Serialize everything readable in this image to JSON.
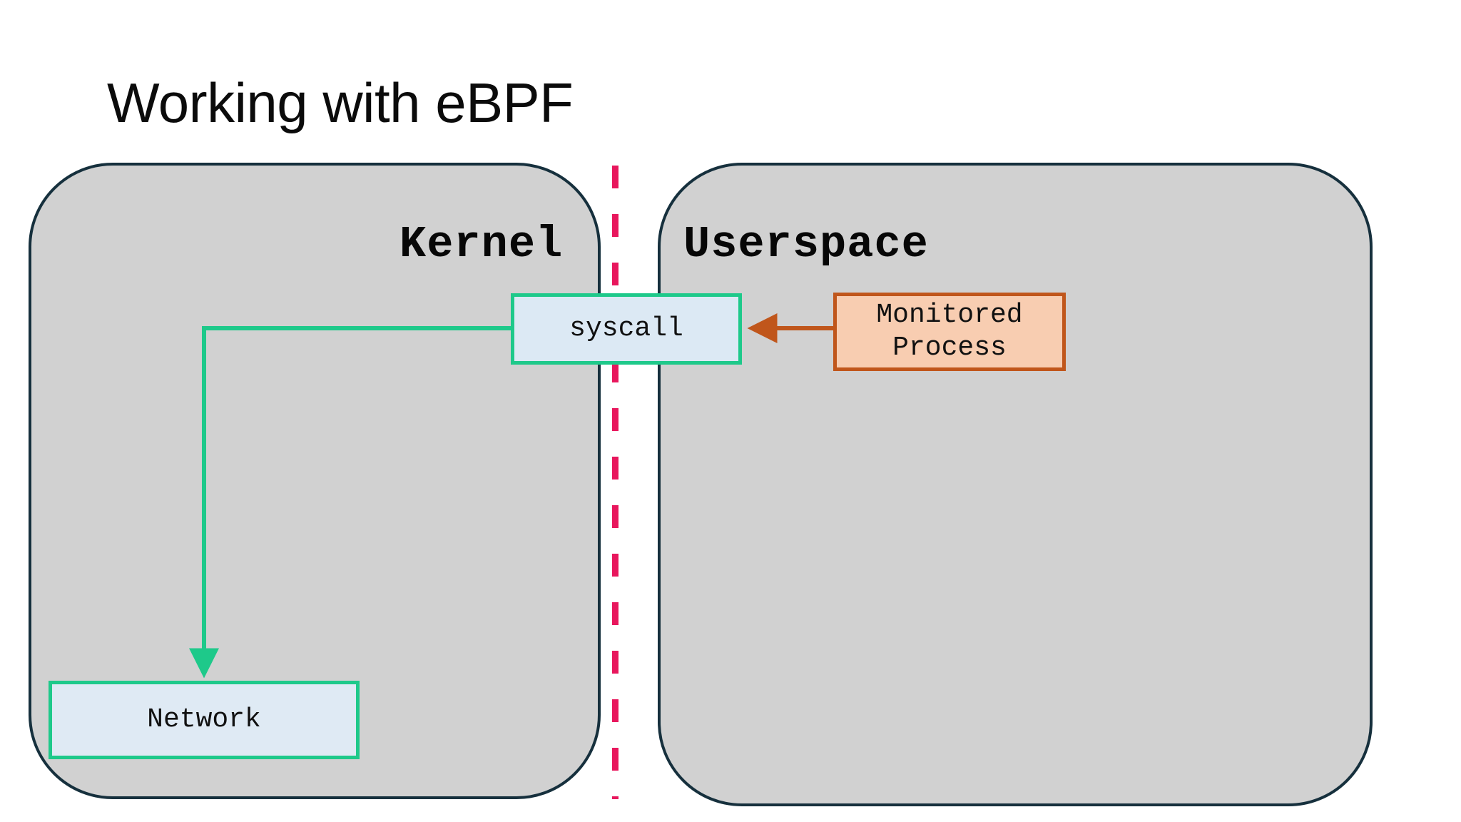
{
  "slide": {
    "title": "Working with eBPF",
    "background_color": "#ffffff"
  },
  "zones": [
    {
      "id": "kernel",
      "label": "Kernel",
      "fill_color": "#d1d1d1",
      "border_color": "#16303d"
    },
    {
      "id": "userspace",
      "label": "Userspace",
      "fill_color": "#d1d1d1",
      "border_color": "#16303d"
    }
  ],
  "boundary": {
    "name": "kernel-userspace-boundary",
    "style": "dashed",
    "color": "#e8175d"
  },
  "nodes": [
    {
      "id": "syscall",
      "label": "syscall",
      "zone": "kernel",
      "fill_color": "#dce9f4",
      "border_color": "#1ec98a"
    },
    {
      "id": "network",
      "label": "Network",
      "zone": "kernel",
      "fill_color": "#dfeaf4",
      "border_color": "#1ec98a"
    },
    {
      "id": "monitored-process",
      "label": "Monitored\nProcess",
      "zone": "userspace",
      "fill_color": "#f8cdb1",
      "border_color": "#c0561b"
    }
  ],
  "edges": [
    {
      "id": "syscall-to-network",
      "from": "syscall",
      "to": "network",
      "color": "#1ec98a",
      "arrow": "end"
    },
    {
      "id": "monitored-process-to-syscall",
      "from": "monitored-process",
      "to": "syscall",
      "color": "#c0561b",
      "arrow": "end"
    }
  ]
}
